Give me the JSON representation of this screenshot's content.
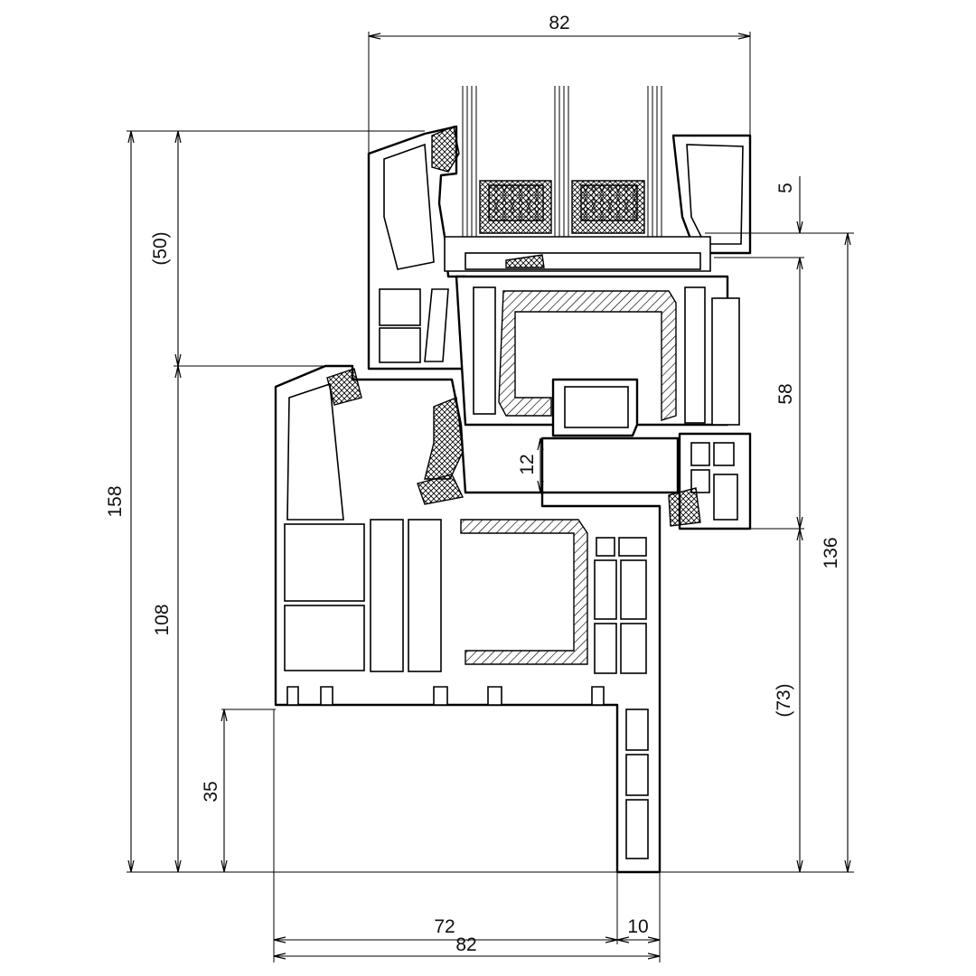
{
  "dimensions": {
    "top_width": "82",
    "glass_rebate_gap": "5",
    "glazing_height": "(50)",
    "total_height": "158",
    "sash_height": "58",
    "overall_right_height": "136",
    "rebate_12": "12",
    "frame_height": "108",
    "frame_lower": "(73)",
    "sill_35": "35",
    "frame_width": "72",
    "frame_extension": "10",
    "bottom_width": "82"
  },
  "icons": {
    "arrowhead": "arrow-tick-icon"
  }
}
